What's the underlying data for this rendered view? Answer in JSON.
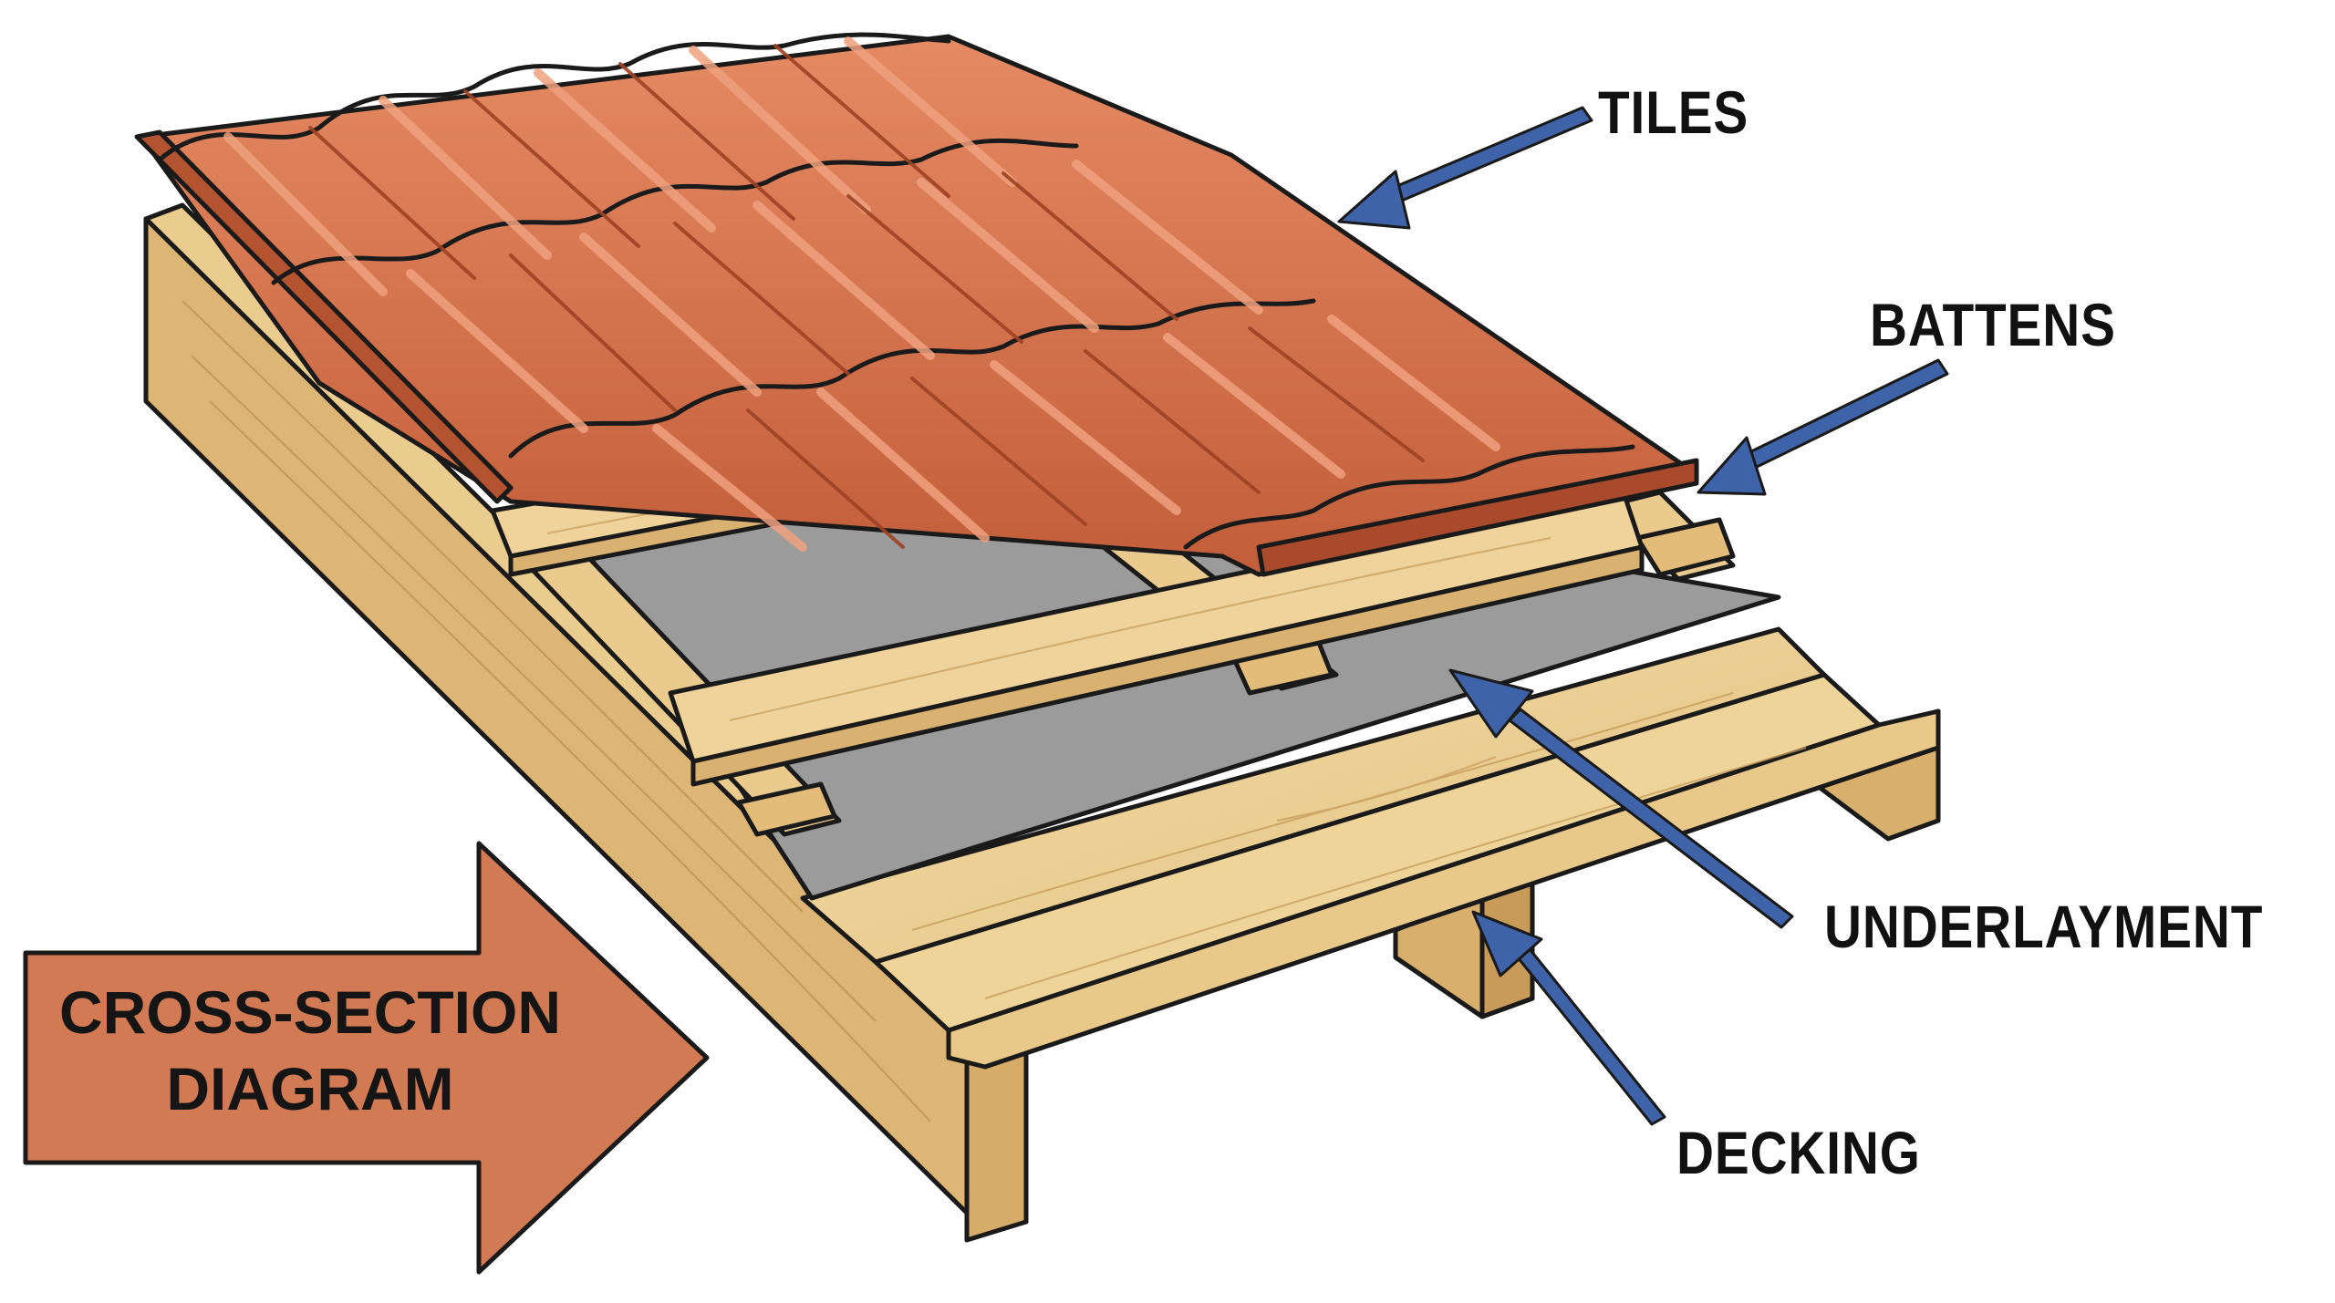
{
  "labels": {
    "tiles": "TILES",
    "battens": "BATTENS",
    "underlayment": "UNDERLAYMENT",
    "decking": "DECKING"
  },
  "banner": {
    "line1": "CROSS-SECTION",
    "line2": "DIAGRAM"
  },
  "colors": {
    "tile": "#D4714C",
    "tile_dark": "#A94A2C",
    "wood": "#EDD39A",
    "wood_dark": "#C9A360",
    "underlayment": "#9B9B9B",
    "arrow": "#3F63A8",
    "banner": "#D27A54",
    "outline": "#1A1A1A"
  }
}
